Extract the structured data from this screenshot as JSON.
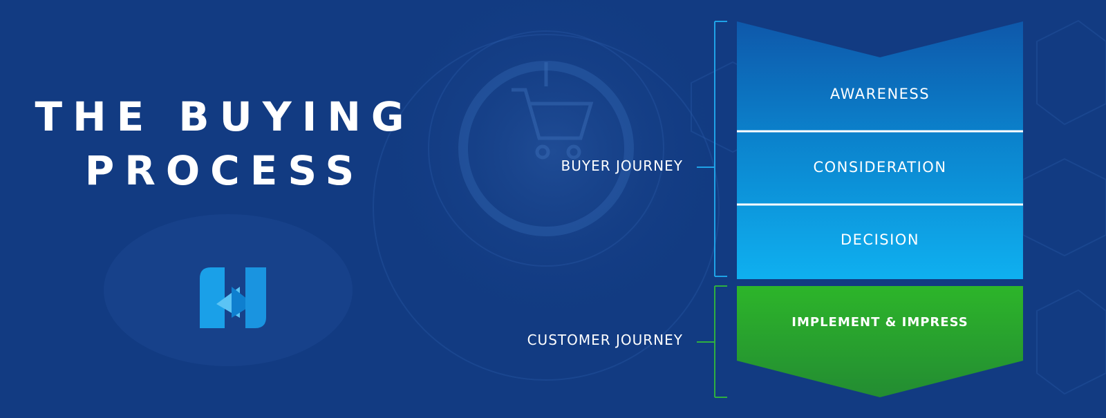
{
  "title": {
    "line1": "THE BUYING",
    "line2": "PROCESS"
  },
  "logo": {
    "icon": "n-monogram-logo"
  },
  "journeys": {
    "buyer": "BUYER JOURNEY",
    "customer": "CUSTOMER JOURNEY"
  },
  "stages": [
    {
      "label": "AWARENESS",
      "color": "#0e63b4"
    },
    {
      "label": "CONSIDERATION",
      "color": "#0c84d0"
    },
    {
      "label": "DECISION",
      "color": "#0fa6ea"
    },
    {
      "label": "IMPLEMENT & IMPRESS",
      "color": "#2fae2a"
    }
  ],
  "colors": {
    "background": "#123b82",
    "bracket_buyer": "#1fa3e8",
    "bracket_customer": "#2eb040"
  }
}
